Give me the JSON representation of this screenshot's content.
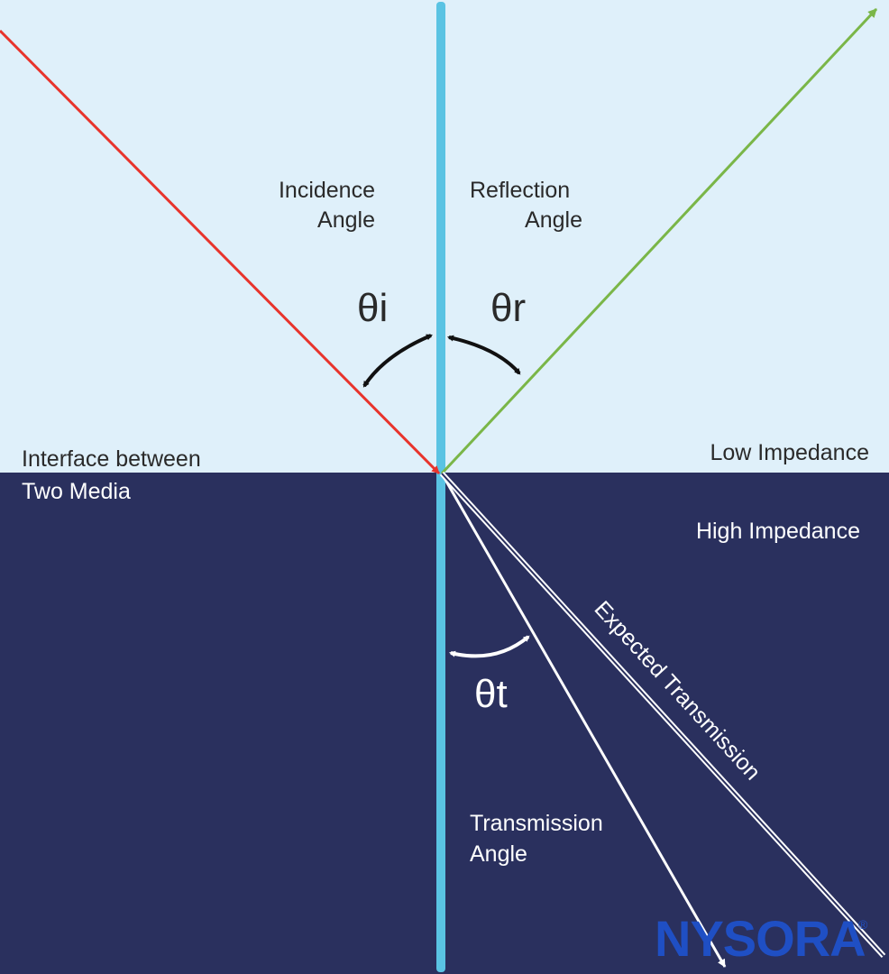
{
  "colors": {
    "low_medium": "#dff0fa",
    "high_medium": "#2a305e",
    "normal_line": "#5ac3e3",
    "incident_ray": "#e8342c",
    "reflected_ray": "#7ab648",
    "transmitted_ray": "#ffffff",
    "logo": "#1f4fc4"
  },
  "labels": {
    "incidence_line1": "Incidence",
    "incidence_line2": "Angle",
    "reflection_line1": "Reflection",
    "reflection_line2": "Angle",
    "interface_line1": "Interface between",
    "interface_line2": "Two Media",
    "low_impedance": "Low Impedance",
    "high_impedance": "High Impedance",
    "expected_transmission": "Expected Transmission",
    "transmission_line1": "Transmission",
    "transmission_line2": "Angle"
  },
  "symbols": {
    "theta_i": "θi",
    "theta_r": "θr",
    "theta_t": "θt"
  },
  "logo": {
    "text": "NYSORA",
    "reg": "®"
  }
}
